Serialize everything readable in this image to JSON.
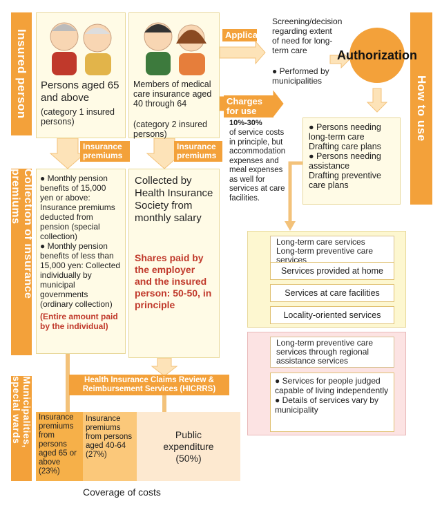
{
  "side_labels": {
    "insured": "Insured person",
    "collection": "Collection of insurance premiums",
    "municipalities": "Municipalities, special wards",
    "how_to_use": "How to use"
  },
  "insured_65": {
    "title": "Persons aged 65 and above",
    "sub": "(category 1 insured persons)"
  },
  "insured_40": {
    "title": "Members of medical care insurance aged 40 through 64",
    "sub": "(category 2 insured persons)"
  },
  "arrows": {
    "application": "Application",
    "charges": "Charges for use",
    "premiums1": "Insurance premiums",
    "premiums2": "Insurance premiums",
    "hicrrs": "Health Insurance Claims Review & Reimbursement Services (HICRRS)"
  },
  "screening": {
    "text": "Screening/decision regarding extent of need for long-term care",
    "bullet": "● Performed by municipalities"
  },
  "authorization": "Authorization",
  "charges_text": {
    "pct": "10%-30%",
    "text": "of service costs in principle, but accommodation expenses and meal expenses as well for services at care facilities."
  },
  "care_plans": {
    "line1": "● Persons needing long-term care",
    "line2": "Drafting care plans",
    "line3": "● Persons needing assistance",
    "line4": "Drafting preventive care plans"
  },
  "collection_65": {
    "b1": "● Monthly pension benefits of 15,000 yen or above: Insurance premiums deducted from pension (special collection)",
    "b2": "● Monthly pension benefits of less than 15,000 yen: Collected individually by municipal governments (ordinary collection)",
    "note": "(Entire amount paid by the individual)"
  },
  "collection_40": {
    "text": "Collected by Health Insurance Society from monthly salary",
    "note": "Shares paid by the employer and the insured person: 50-50, in principle"
  },
  "services": {
    "header": "Long-term care services Long-term preventive care services",
    "items": [
      "Services provided at home",
      "Services at care facilities",
      "Locality-oriented services"
    ]
  },
  "regional": {
    "header": "Long-term preventive care services through regional assistance services",
    "b1": "● Services for people judged capable of living independently",
    "b2": "● Details of services vary by municipality"
  },
  "costs": {
    "c1": "Insurance premiums from persons aged 65 or above",
    "c1pct": "(23%)",
    "c2": "Insurance premiums from persons aged 40-64",
    "c2pct": "(27%)",
    "c3": "Public expenditure",
    "c3pct": "(50%)",
    "caption": "Coverage of costs"
  }
}
